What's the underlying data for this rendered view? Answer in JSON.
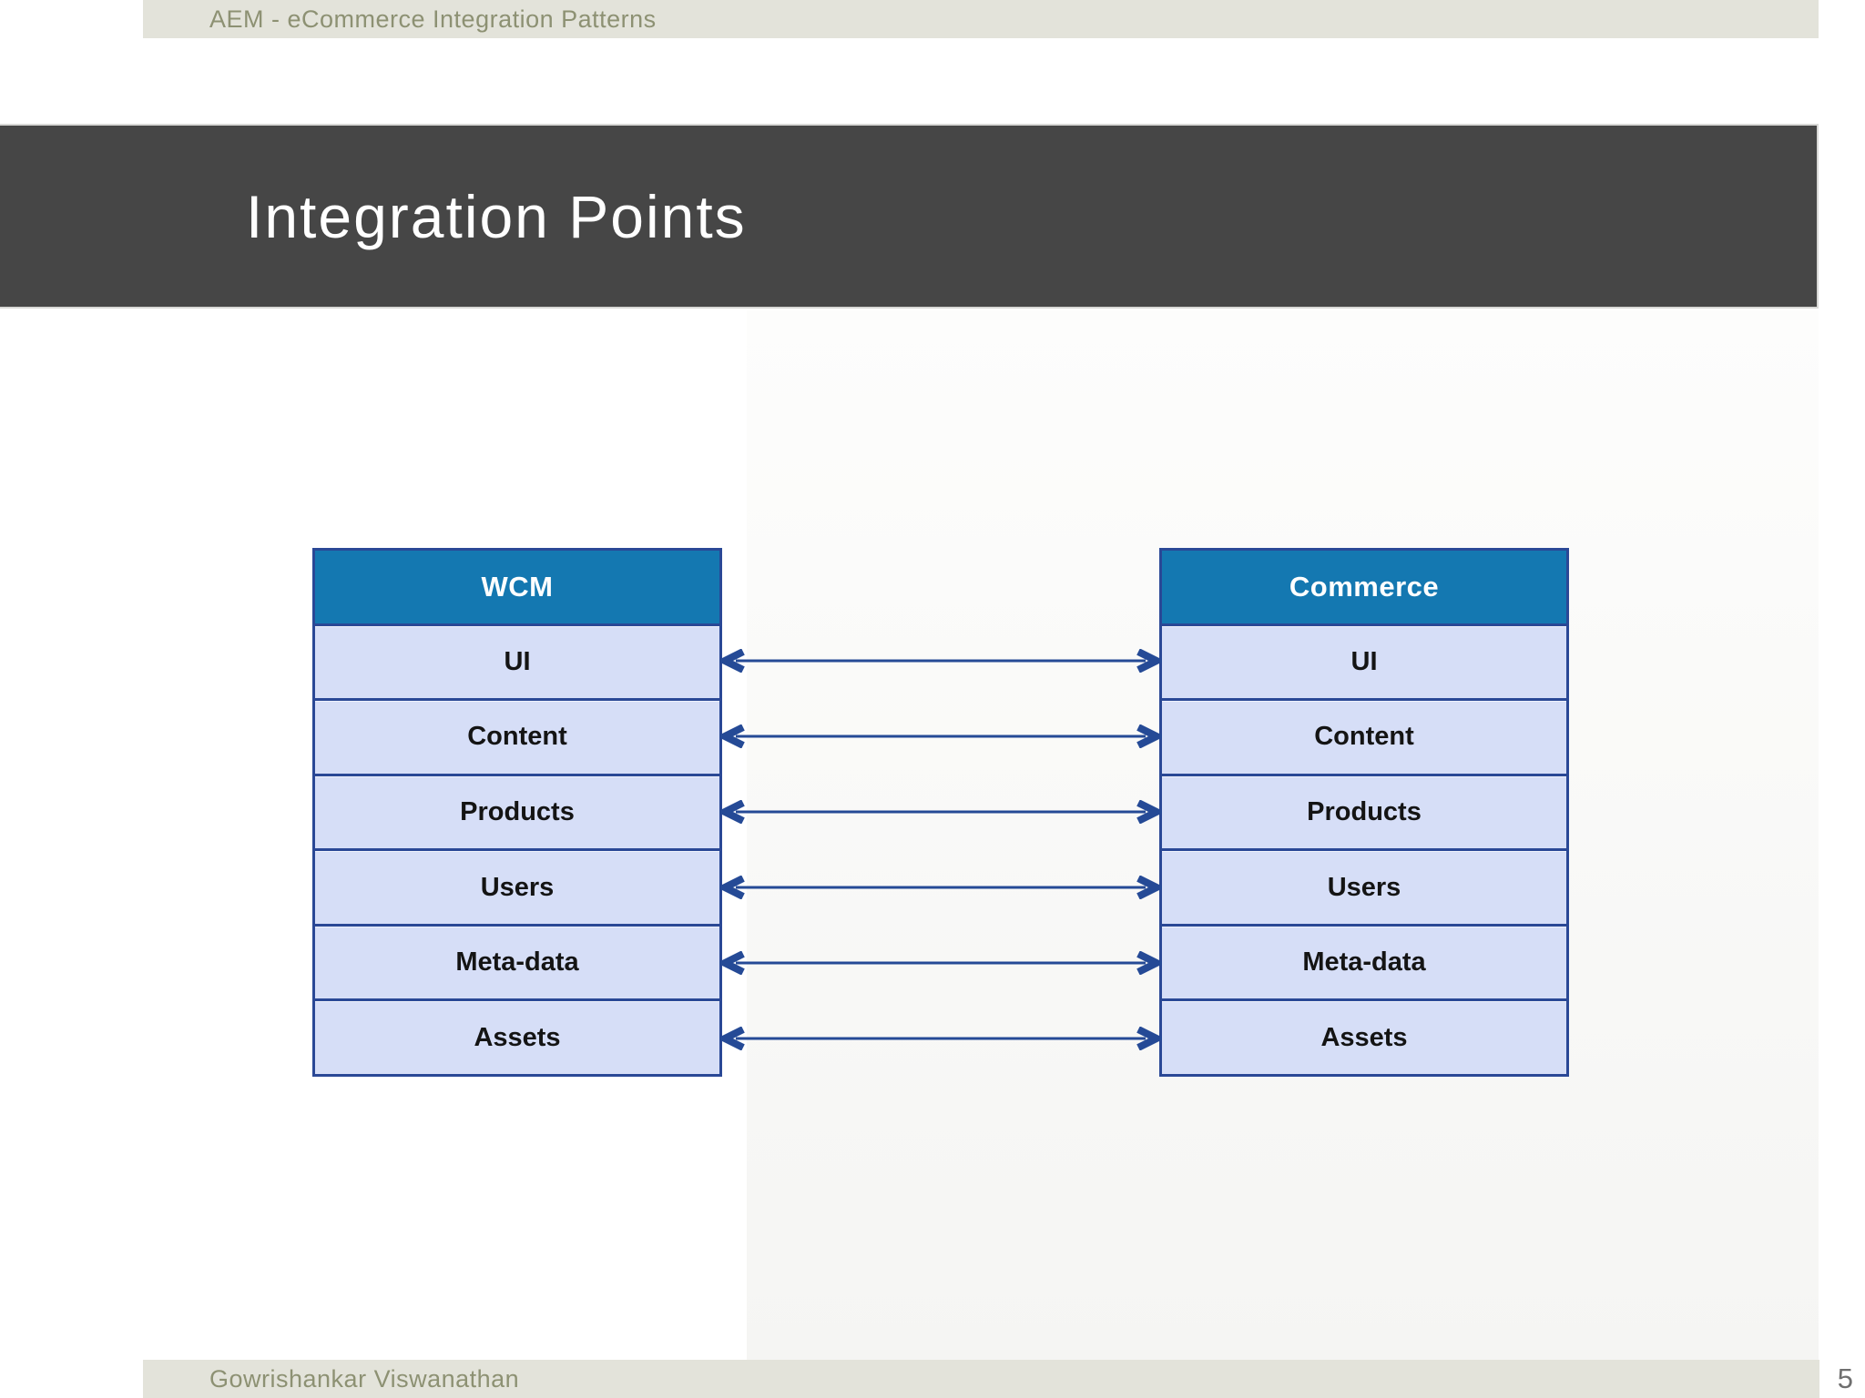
{
  "header": {
    "title": "AEM - eCommerce Integration Patterns"
  },
  "title_bar": {
    "title": "Integration Points"
  },
  "diagram": {
    "left_table": {
      "header": "WCM",
      "rows": [
        "UI",
        "Content",
        "Products",
        "Users",
        "Meta-data",
        "Assets"
      ]
    },
    "right_table": {
      "header": "Commerce",
      "rows": [
        "UI",
        "Content",
        "Products",
        "Users",
        "Meta-data",
        "Assets"
      ]
    },
    "connections": [
      {
        "from": "WCM.UI",
        "to": "Commerce.UI",
        "bidirectional": true
      },
      {
        "from": "WCM.Content",
        "to": "Commerce.Content",
        "bidirectional": true
      },
      {
        "from": "WCM.Products",
        "to": "Commerce.Products",
        "bidirectional": true
      },
      {
        "from": "WCM.Users",
        "to": "Commerce.Users",
        "bidirectional": true
      },
      {
        "from": "WCM.Meta-data",
        "to": "Commerce.Meta-data",
        "bidirectional": true
      },
      {
        "from": "WCM.Assets",
        "to": "Commerce.Assets",
        "bidirectional": true
      }
    ]
  },
  "footer": {
    "author": "Gowrishankar Viswanathan",
    "page_number": "5"
  },
  "colors": {
    "strip_background": "#e3e3da",
    "strip_text": "#8d9173",
    "title_bar_background": "#464646",
    "title_text": "#ffffff",
    "table_header_background": "#1478b1",
    "table_row_background": "#d6def7",
    "table_border": "#2a4896",
    "arrow": "#254a96",
    "page_number_text": "#6f6f6f"
  }
}
